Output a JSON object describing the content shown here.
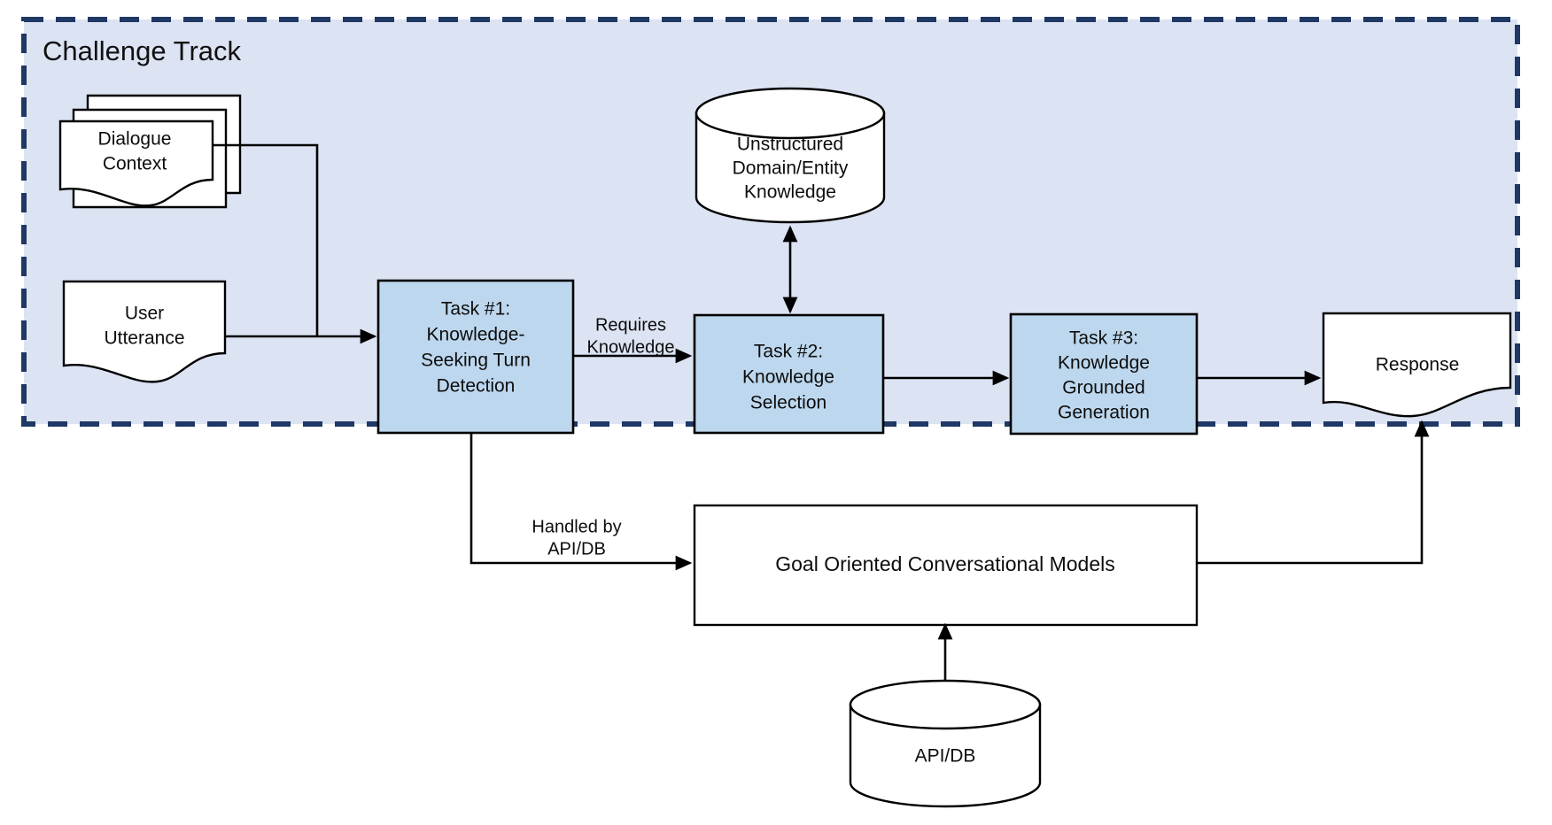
{
  "diagram": {
    "title": "Challenge Track",
    "colors": {
      "track_fill": "#dce3f3",
      "track_border": "#1f3864",
      "task_fill": "#bdd7ee",
      "shape_fill": "#ffffff",
      "line": "#000000"
    },
    "nodes": {
      "dialogue_context": {
        "line1": "Dialogue",
        "line2": "Context",
        "shape": "stacked-document"
      },
      "user_utterance": {
        "line1": "User",
        "line2": "Utterance",
        "shape": "document"
      },
      "task1": {
        "line1": "Task #1:",
        "line2": "Knowledge-",
        "line3": "Seeking Turn",
        "line4": "Detection",
        "shape": "process"
      },
      "task2": {
        "line1": "Task #2:",
        "line2": "Knowledge",
        "line3": "Selection",
        "shape": "process"
      },
      "task3": {
        "line1": "Task #3:",
        "line2": "Knowledge",
        "line3": "Grounded",
        "line4": "Generation",
        "shape": "process"
      },
      "knowledge_store": {
        "line1": "Unstructured",
        "line2": "Domain/Entity",
        "line3": "Knowledge",
        "shape": "cylinder"
      },
      "response": {
        "line1": "Response",
        "shape": "document"
      },
      "goal_models": {
        "line1": "Goal Oriented Conversational Models",
        "shape": "process"
      },
      "api_db": {
        "line1": "API/DB",
        "shape": "cylinder"
      }
    },
    "edge_labels": {
      "requires_knowledge": {
        "line1": "Requires",
        "line2": "Knowledge"
      },
      "handled_by_api_db": {
        "line1": "Handled by",
        "line2": "API/DB"
      }
    }
  }
}
